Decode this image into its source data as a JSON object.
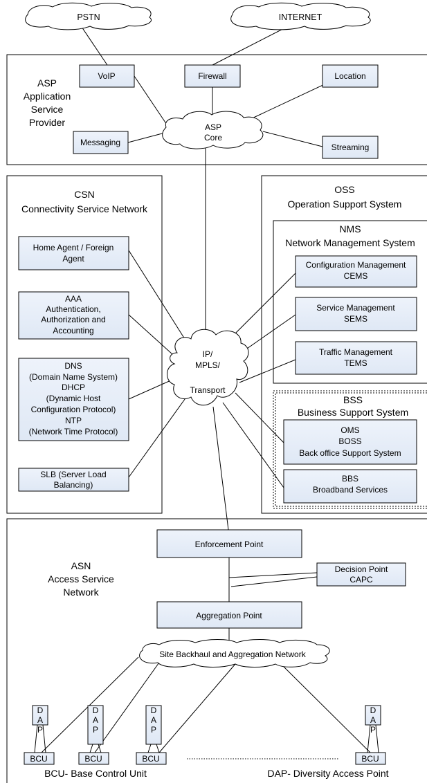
{
  "clouds": {
    "pstn": "PSTN",
    "internet": "INTERNET",
    "asp_core": [
      "ASP",
      "Core"
    ],
    "ip_mpls": [
      "IP/",
      "MPLS/",
      "Transport"
    ],
    "site_backhaul": "Site Backhaul and Aggregation Network"
  },
  "asp": {
    "title": [
      "ASP",
      "Application",
      "Service",
      "Provider"
    ],
    "voip": "VoIP",
    "firewall": "Firewall",
    "location": "Location",
    "messaging": "Messaging",
    "streaming": "Streaming"
  },
  "csn": {
    "title": [
      "CSN",
      "Connectivity Service Network"
    ],
    "home_agent": [
      "Home Agent / Foreign",
      "Agent"
    ],
    "aaa": [
      "AAA",
      "Authentication,",
      "Authorization and",
      "Accounting"
    ],
    "dns": [
      "DNS",
      "(Domain Name System)",
      "DHCP",
      "(Dynamic Host",
      "Configuration Protocol)",
      "NTP",
      "(Network Time Protocol)"
    ],
    "slb": [
      "SLB (Server Load",
      "Balancing)"
    ]
  },
  "oss": {
    "title": [
      "OSS",
      "Operation Support System"
    ],
    "nms_title": [
      "NMS",
      "Network Management System"
    ],
    "config_mgmt": [
      "Configuration Management",
      "CEMS"
    ],
    "service_mgmt": [
      "Service Management",
      "SEMS"
    ],
    "traffic_mgmt": [
      "Traffic  Management",
      "TEMS"
    ],
    "bss_title": [
      "BSS",
      "Business Support System"
    ],
    "oms": [
      "OMS",
      "BOSS",
      "Back office Support System"
    ],
    "bbs": [
      "BBS",
      "Broadband Services"
    ]
  },
  "asn": {
    "title": [
      "ASN",
      "Access Service",
      "Network"
    ],
    "enforcement": "Enforcement Point",
    "decision": [
      "Decision Point",
      "CAPC"
    ],
    "aggregation": "Aggregation Point",
    "dap_letters": [
      "D",
      "A",
      "P"
    ],
    "bcu": "BCU",
    "footer_left": "BCU- Base Control Unit",
    "footer_right": "DAP- Diversity Access Point"
  }
}
